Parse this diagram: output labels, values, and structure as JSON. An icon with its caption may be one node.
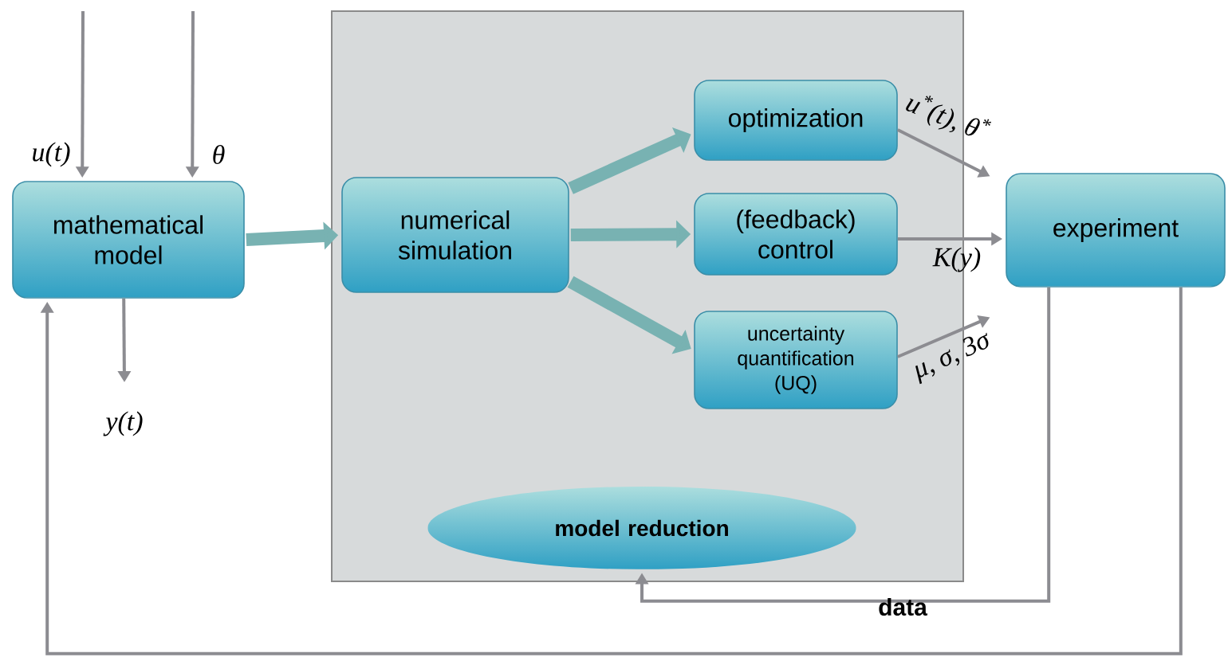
{
  "diagram": {
    "nodes": [
      {
        "text": [
          "mathematical model"
        ]
      },
      {
        "text": [],
        "shape": "box"
      },
      {
        "text": [
          "numerical simulation"
        ],
        "in": 1
      },
      {
        "text": [
          "optimization"
        ],
        "in": 1
      },
      {
        "text": [
          "(feedback) control"
        ],
        "in": 1
      },
      {
        "text": [
          "uncertainty quantification (UQ)"
        ],
        "in": 1
      },
      {
        "text": [
          "model reduction"
        ],
        "in": 1
      },
      {
        "text": [
          "experiment"
        ]
      }
    ],
    "edges": [
      {
        "from": null,
        "to": 0,
        "arrow": "to",
        "label": "u(t)"
      },
      {
        "from": null,
        "to": 0,
        "arrow": "to",
        "label": "θ"
      },
      {
        "from": 0,
        "to": null,
        "arrow": "to",
        "label": "y(t)"
      },
      {
        "from": 0,
        "to": 2,
        "arrow": "to",
        "style": "thick"
      },
      {
        "from": 2,
        "to": 3,
        "arrow": "to",
        "style": "thick"
      },
      {
        "from": 2,
        "to": 4,
        "arrow": "to",
        "style": "thick"
      },
      {
        "from": 2,
        "to": 5,
        "arrow": "to",
        "style": "thick"
      },
      {
        "from": 3,
        "to": 7,
        "arrow": "to",
        "label": "u$^{*}$(t), θ$^{*}$"
      },
      {
        "from": 4,
        "to": 7,
        "arrow": "to",
        "label": "K(y)"
      },
      {
        "from": 5,
        "to": 7,
        "arrow": "to",
        "label": "μ, σ, 3σ"
      },
      {
        "from": 7,
        "to": 6,
        "arrow": "to",
        "label": "data"
      },
      {
        "from": 7,
        "to": 0,
        "arrow": "to"
      }
    ]
  }
}
